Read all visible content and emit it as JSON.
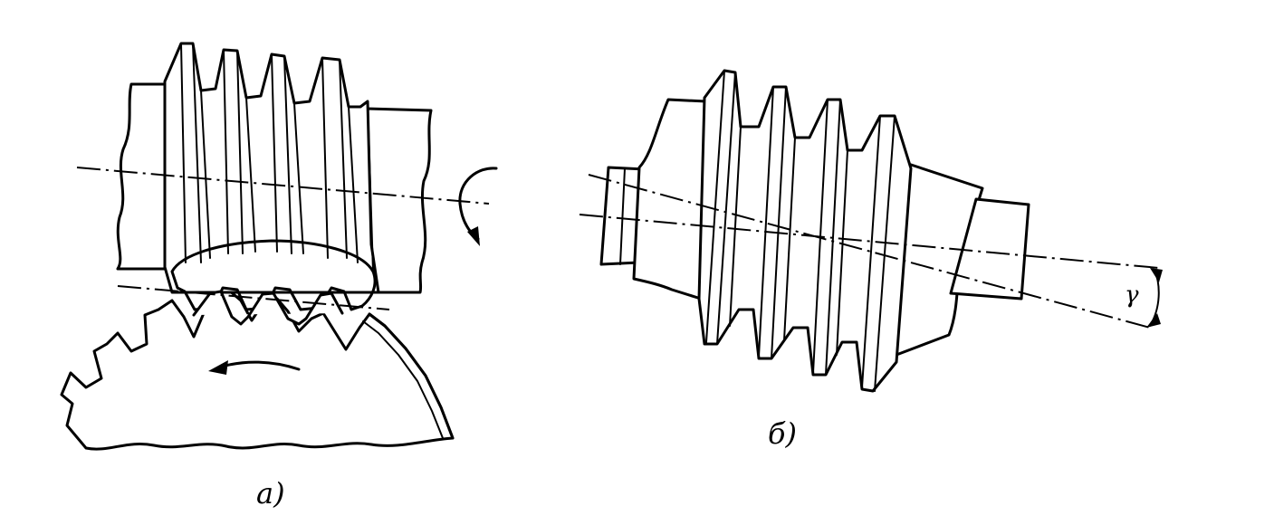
{
  "figure": {
    "caption_a": "a)",
    "caption_b": "б)",
    "angle_symbol": "γ",
    "ink_color": "#000000",
    "background_color": "#ffffff"
  }
}
